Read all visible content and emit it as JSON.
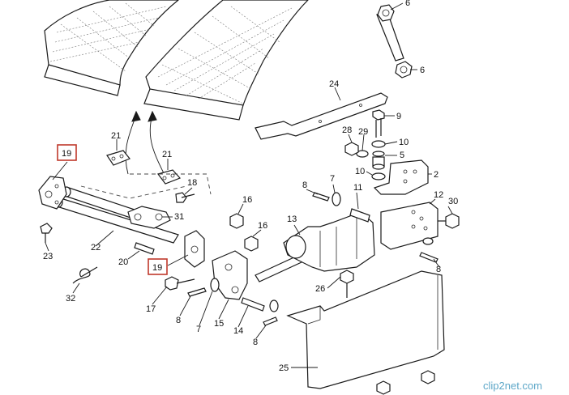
{
  "callouts": [
    {
      "id": "c-6a",
      "text": "6"
    },
    {
      "id": "c-6b",
      "text": "6"
    },
    {
      "id": "c-24",
      "text": "24"
    },
    {
      "id": "c-9",
      "text": "9"
    },
    {
      "id": "c-28",
      "text": "28"
    },
    {
      "id": "c-29",
      "text": "29"
    },
    {
      "id": "c-10a",
      "text": "10"
    },
    {
      "id": "c-5",
      "text": "5"
    },
    {
      "id": "c-10b",
      "text": "10"
    },
    {
      "id": "c-2",
      "text": "2"
    },
    {
      "id": "c-21a",
      "text": "21"
    },
    {
      "id": "c-21b",
      "text": "21"
    },
    {
      "id": "c-19a",
      "text": "19"
    },
    {
      "id": "c-18",
      "text": "18"
    },
    {
      "id": "c-7a",
      "text": "7"
    },
    {
      "id": "c-8a",
      "text": "8"
    },
    {
      "id": "c-11",
      "text": "11"
    },
    {
      "id": "c-12",
      "text": "12"
    },
    {
      "id": "c-30",
      "text": "30"
    },
    {
      "id": "c-16a",
      "text": "16"
    },
    {
      "id": "c-16b",
      "text": "16"
    },
    {
      "id": "c-13",
      "text": "13"
    },
    {
      "id": "c-31",
      "text": "31"
    },
    {
      "id": "c-22",
      "text": "22"
    },
    {
      "id": "c-23",
      "text": "23"
    },
    {
      "id": "c-20",
      "text": "20"
    },
    {
      "id": "c-19b",
      "text": "19"
    },
    {
      "id": "c-32",
      "text": "32"
    },
    {
      "id": "c-17",
      "text": "17"
    },
    {
      "id": "c-8b",
      "text": "8"
    },
    {
      "id": "c-7b",
      "text": "7"
    },
    {
      "id": "c-15",
      "text": "15"
    },
    {
      "id": "c-14",
      "text": "14"
    },
    {
      "id": "c-8c",
      "text": "8"
    },
    {
      "id": "c-26",
      "text": "26"
    },
    {
      "id": "c-8d",
      "text": "8"
    },
    {
      "id": "c-25",
      "text": "25"
    }
  ],
  "highlighted_callouts": [
    "c-19a",
    "c-19b"
  ],
  "colors": {
    "highlight": "#c0392b",
    "ink": "#1a1a1a",
    "watermark": "#5da7c8"
  },
  "watermark": {
    "text": "clip2net.com"
  }
}
